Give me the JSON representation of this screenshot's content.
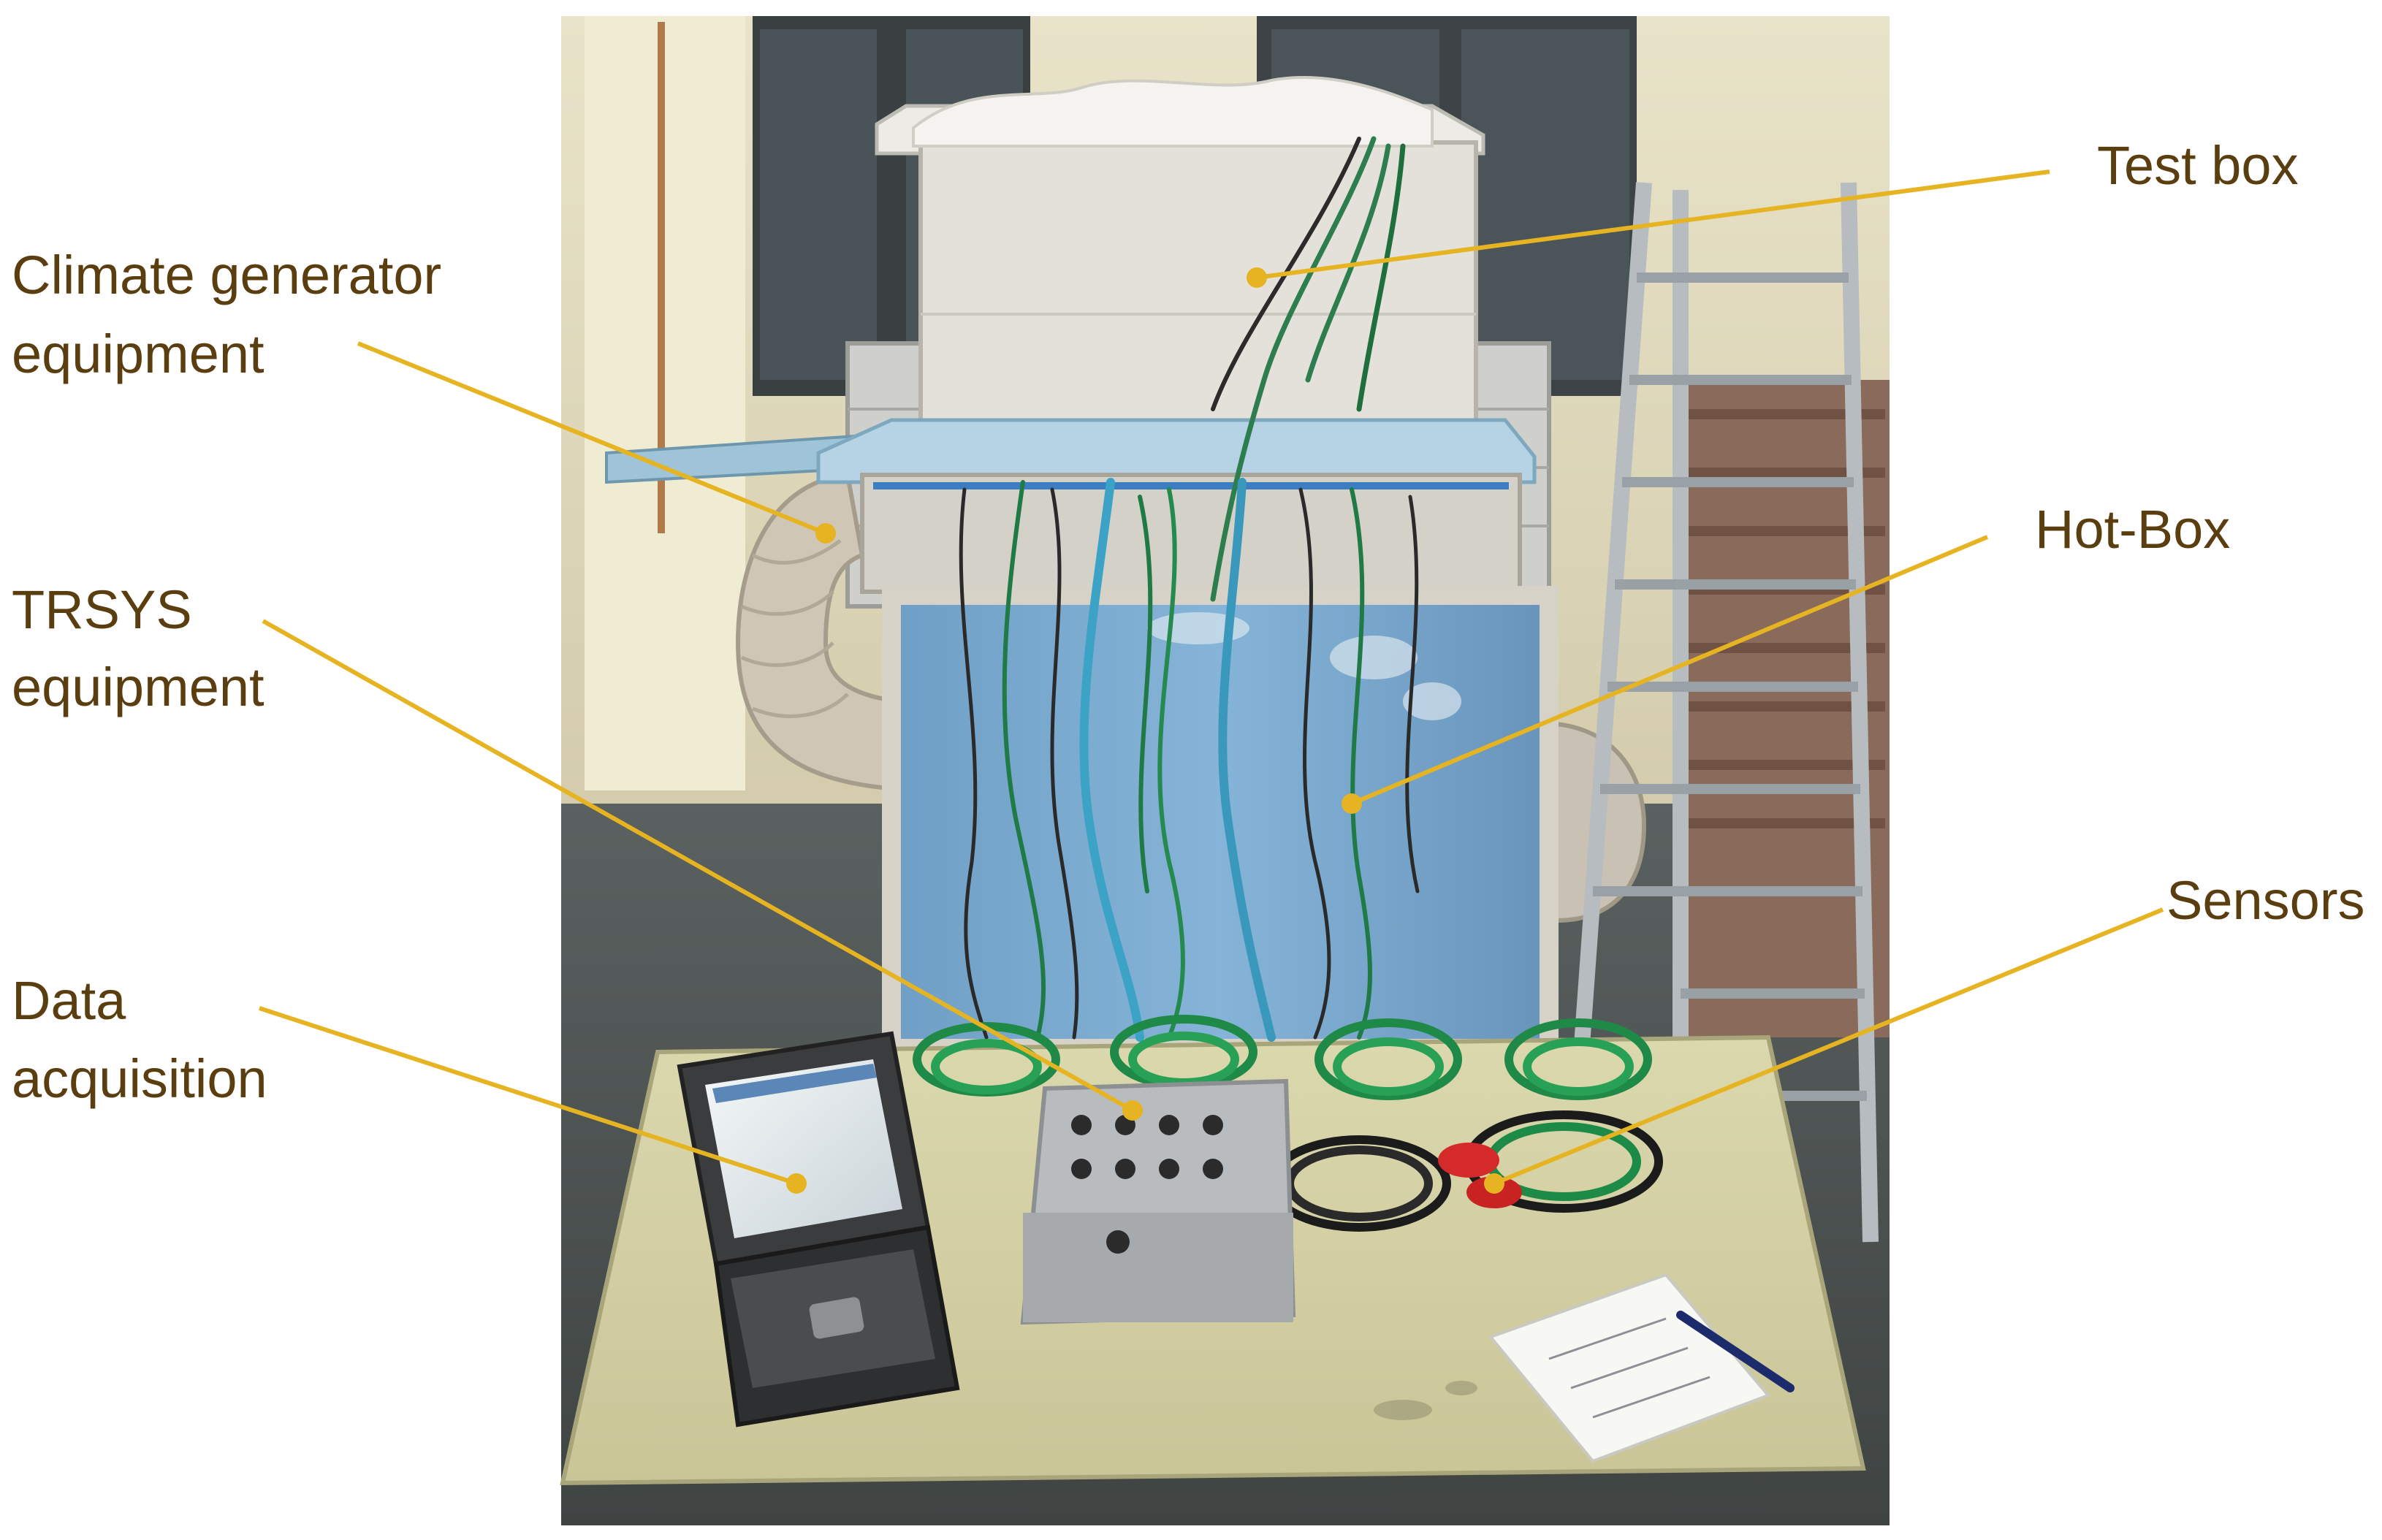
{
  "figure": {
    "labels": {
      "test_box": "Test box",
      "climate_generator_line1": "Climate generator",
      "climate_generator_line2": "equipment",
      "hot_box": "Hot-Box",
      "trsys_line1": "TRSYS",
      "trsys_line2": "equipment",
      "sensors": "Sensors",
      "data_acquisition_line1": "Data",
      "data_acquisition_line2": "acquisition"
    },
    "colors": {
      "callout_line": "#e6b422",
      "callout_text": "#5a3e10"
    }
  }
}
